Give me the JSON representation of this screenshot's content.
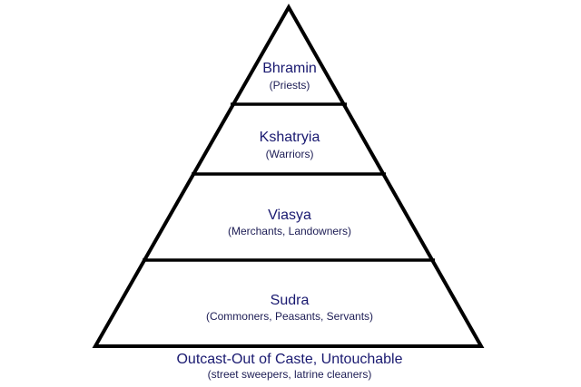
{
  "diagram": {
    "type": "pyramid",
    "subject": "caste-system-hierarchy",
    "levels": [
      {
        "name": "Bhramin",
        "description": "(Priests)"
      },
      {
        "name": "Kshatryia",
        "description": "(Warriors)"
      },
      {
        "name": "Viasya",
        "description": "(Merchants, Landowners)"
      },
      {
        "name": "Sudra",
        "description": "(Commoners, Peasants, Servants)"
      },
      {
        "name": "Outcast-Out of Caste, Untouchable",
        "description": "(street sweepers, latrine cleaners)"
      }
    ],
    "colors": {
      "title-color": "#191970",
      "subtitle-color": "#1c1c54",
      "line-color": "#000000",
      "bg-color": "#ffffff"
    }
  }
}
